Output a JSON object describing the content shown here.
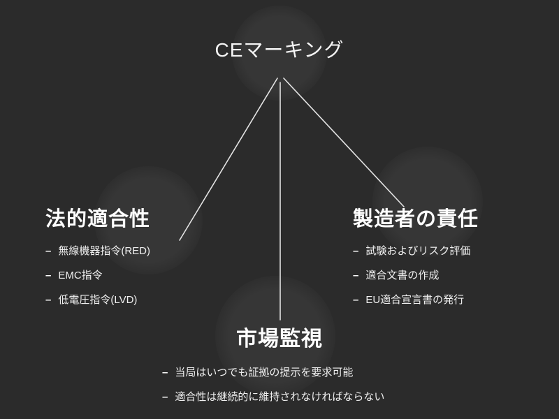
{
  "diagram": {
    "title": "CEマーキング",
    "bullet_marker": "–",
    "nodes": [
      {
        "id": "legal-conformity",
        "heading": "法的適合性",
        "items": [
          "無線機器指令(RED)",
          "EMC指令",
          "低電圧指令(LVD)"
        ]
      },
      {
        "id": "manufacturer-responsibility",
        "heading": "製造者の責任",
        "items": [
          "試験およびリスク評価",
          "適合文書の作成",
          "EU適合宣言書の発行"
        ]
      },
      {
        "id": "market-surveillance",
        "heading": "市場監視",
        "items": [
          "当局はいつでも証拠の提示を要求可能",
          "適合性は継続的に維持されなければならない"
        ]
      }
    ],
    "colors": {
      "background": "#2b2b2b",
      "text": "#ffffff",
      "line": "#e3e3e3",
      "blob": "#353535"
    }
  }
}
